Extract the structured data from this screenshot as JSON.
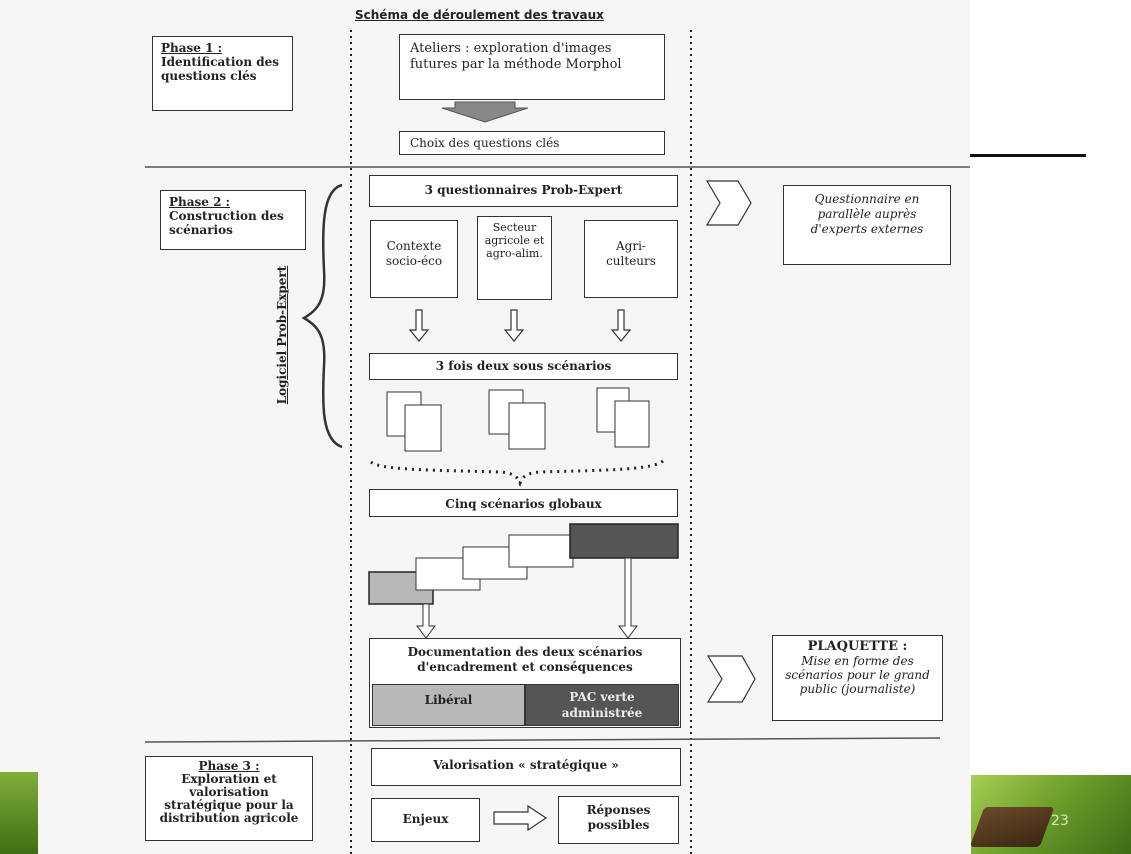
{
  "title": "Schéma de déroulement des travaux",
  "vertical_label": "Logiciel Prob-Expert",
  "phases": [
    {
      "title": "Phase 1 :",
      "subtitle": "Identification des questions clés"
    },
    {
      "title": "Phase 2 :",
      "subtitle": "Construction des scénarios"
    },
    {
      "title": "Phase 3 :",
      "subtitle": "Exploration et valorisation stratégique pour la distribution agricole"
    }
  ],
  "phase1": {
    "ateliers": "Ateliers : exploration d'images futures par la méthode Morphol",
    "choix": "Choix des questions clés"
  },
  "phase2": {
    "questionnaires": "3 questionnaires Prob-Expert",
    "contexte": "Contexte socio-éco",
    "secteur": "Secteur agricole et agro-alim.",
    "agri": "Agri-culteurs",
    "sous_scenarios": "3 fois deux sous scénarios",
    "cinq": "Cinq scénarios globaux",
    "documentation": "Documentation des deux scénarios d'encadrement et conséquences",
    "liberal": "Libéral",
    "pac": "PAC verte administrée",
    "experts": "Questionnaire en parallèle auprès d'experts externes",
    "plaquette_title": "PLAQUETTE :",
    "plaquette_text": "Mise en forme des scénarios pour le grand public (journaliste)"
  },
  "phase3": {
    "valorisation": "Valorisation « stratégique »",
    "enjeux": "Enjeux",
    "reponses": "Réponses possibles"
  },
  "page_number": "23",
  "colors": {
    "grey_light": "#b8b8b8",
    "grey_dark": "#555555",
    "ink": "#222222",
    "green_bar": "#6a9e2a"
  }
}
